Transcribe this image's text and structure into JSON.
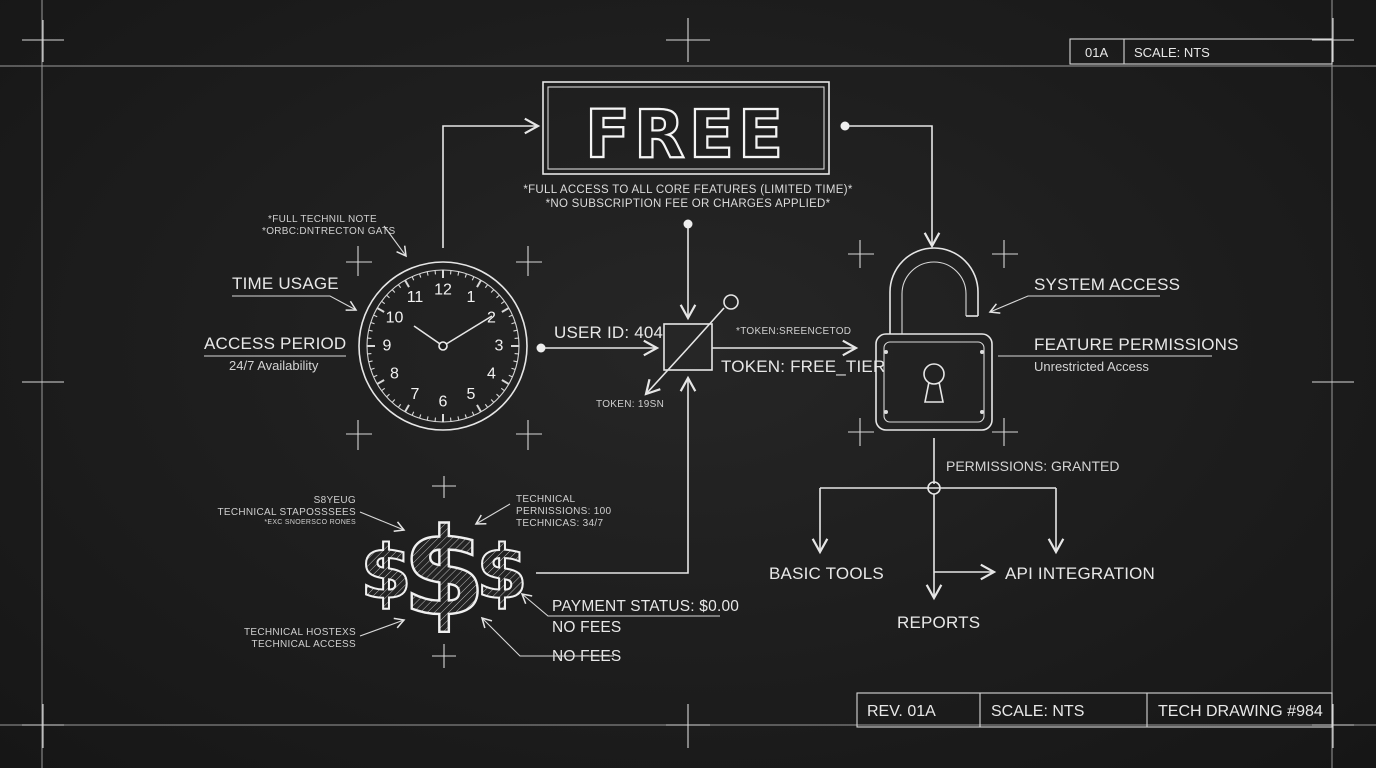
{
  "title_block_top": {
    "rev": "01A",
    "scale": "SCALE: NTS"
  },
  "title_block_bottom": {
    "rev": "REV. 01A",
    "scale": "SCALE: NTS",
    "drawing": "TECH DRAWING #984"
  },
  "free_box": {
    "word": "FREE",
    "note_1": "*FULL ACCESS TO ALL CORE FEATURES (LIMITED TIME)*",
    "note_2": "*NO SUBSCRIPTION FEE OR CHARGES APPLIED*"
  },
  "clock": {
    "note_1": "*FULL TECHNIL NOTE",
    "note_2": "*ORBC:DNTRECTON GATS",
    "time_usage": "TIME USAGE",
    "access_period": "ACCESS PERIOD",
    "availability": "24/7 Availability",
    "numbers": [
      "12",
      "1",
      "2",
      "3",
      "4",
      "5",
      "6",
      "7",
      "8",
      "9",
      "10",
      "11"
    ]
  },
  "token_node": {
    "user_id": "USER ID: 404",
    "token_note": "*TOKEN:SREENCETOD",
    "token": "TOKEN: FREE_TIER",
    "token_small": "TOKEN: 19SN"
  },
  "lock": {
    "system_access": "SYSTEM ACCESS",
    "feature_permissions": "FEATURE PERMISSIONS",
    "unrestricted": "Unrestricted Access",
    "permissions_granted": "PERMISSIONS: GRANTED"
  },
  "branches": {
    "basic_tools": "BASIC TOOLS",
    "api_integration": "API INTEGRATION",
    "reports": "REPORTS"
  },
  "money": {
    "symbol": "$",
    "note_left_1": "S8YEUG",
    "note_left_2": "TECHNICAL STAPOSSSEES",
    "note_left_3": "*EXC SNOERSCO RONES",
    "note_right_1": "TECHNICAL",
    "note_right_2": "PERNISSIONS: 100",
    "note_right_3": "TECHNICAS: 34/7",
    "note_bl_1": "TECHNICAL HOSTEXS",
    "note_bl_2": "TECHNICAL ACCESS",
    "payment_status": "PAYMENT STATUS: $0.00",
    "no_fees_1": "NO FEES",
    "no_fees_2": "NO FEES"
  },
  "colors": {
    "background": "#1c1c1c",
    "ink": "#ececec"
  }
}
